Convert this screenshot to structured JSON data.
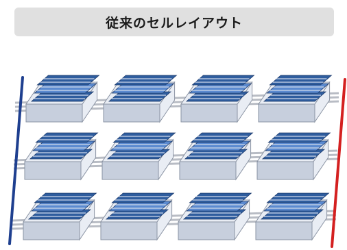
{
  "header": {
    "title": "従来のセルレイアウト"
  },
  "diagram": {
    "rows": 3,
    "columns": 4,
    "colors": {
      "left_rail": "#1e3f8f",
      "right_rail": "#d42020",
      "panel_dark": "#2f5d9e",
      "panel_light": "#5b8ad0",
      "stripe": "#cfd9ea",
      "box_top": "#e9edf4",
      "box_side": "#c7cfdd",
      "box_outline": "#8a93a3",
      "wire": "#b8bcc4"
    }
  }
}
